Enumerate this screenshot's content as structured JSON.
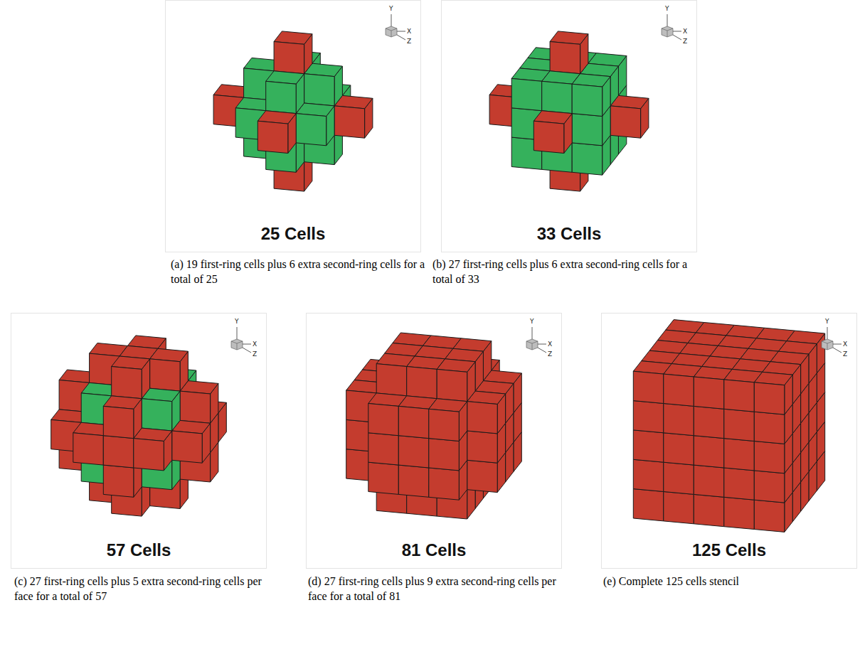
{
  "diagram": {
    "labels": [
      "Y",
      "X",
      "Z",
      "25 Cells",
      "(a) 19 first-ring cells plus 6 extra second-ring cells for a total of 25",
      "Y",
      "X",
      "Z",
      "33 Cells",
      "(b) 27 first-ring cells plus 6 extra second-ring cells for a total of 33",
      "Y",
      "X",
      "Z",
      "57 Cells",
      "(c) 27 first-ring cells plus 5 extra second-ring cells per face for a total of 57",
      "Y",
      "X",
      "Z",
      "81 Cells",
      "(d) 27 first-ring cells plus 9 extra second-ring cells per face for a total of 81",
      "Y",
      "X",
      "Z",
      "125 Cells",
      "(e) Complete 125 cells stencil"
    ]
  }
}
